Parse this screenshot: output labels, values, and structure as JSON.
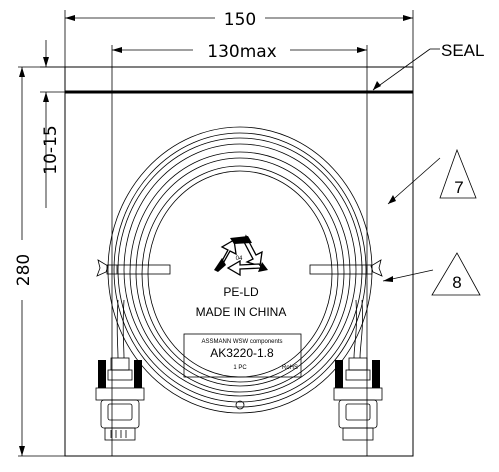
{
  "dimensions": {
    "overall_width": "150",
    "max_width": "130max",
    "seal_zone": "10-15",
    "overall_height": "280"
  },
  "callouts": {
    "seal": "SEAL",
    "item_7": "7",
    "item_8": "8"
  },
  "recycling": {
    "code": "04",
    "material": "PE-LD",
    "origin": "MADE IN CHINA"
  },
  "product_label": {
    "brand": "ASSMANN WSW components",
    "part_number": "AK3220-1.8",
    "quantity": "1 PC",
    "rohs": "RoHS"
  }
}
